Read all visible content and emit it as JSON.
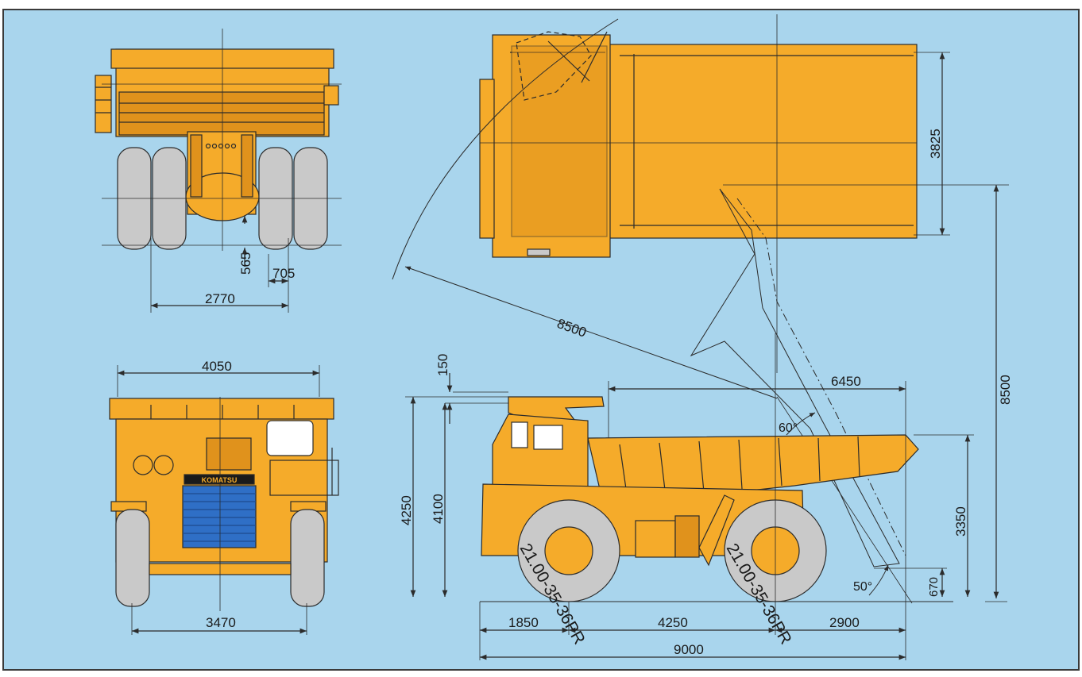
{
  "colors": {
    "background": "#a9d5ed",
    "border": "#3a3a3a",
    "body": "#f5ab2a",
    "body_shade": "#e0921c",
    "line": "#2b2b2b",
    "tire": "#c9c9c9",
    "grille": "#2f6fc6"
  },
  "labels": {
    "brand": "KOMATSU",
    "tire_size": "21.00-35-36PR"
  },
  "dimensions": {
    "rear_track": "2770",
    "ground_clearance": "565",
    "tire_width": "705",
    "overall_width": "4050",
    "front_track": "3470",
    "body_width": "3825",
    "dump_radius": "8500",
    "dump_height": "8500",
    "body_length": "6450",
    "canopy_step": "150",
    "overall_height": "4250",
    "cab_height": "4100",
    "body_height": "3350",
    "tail_clearance": "670",
    "front_overhang": "1850",
    "wheelbase": "4250",
    "rear_overhang": "2900",
    "overall_length": "9000",
    "dump_angle": "60°",
    "departure_angle": "50°"
  }
}
